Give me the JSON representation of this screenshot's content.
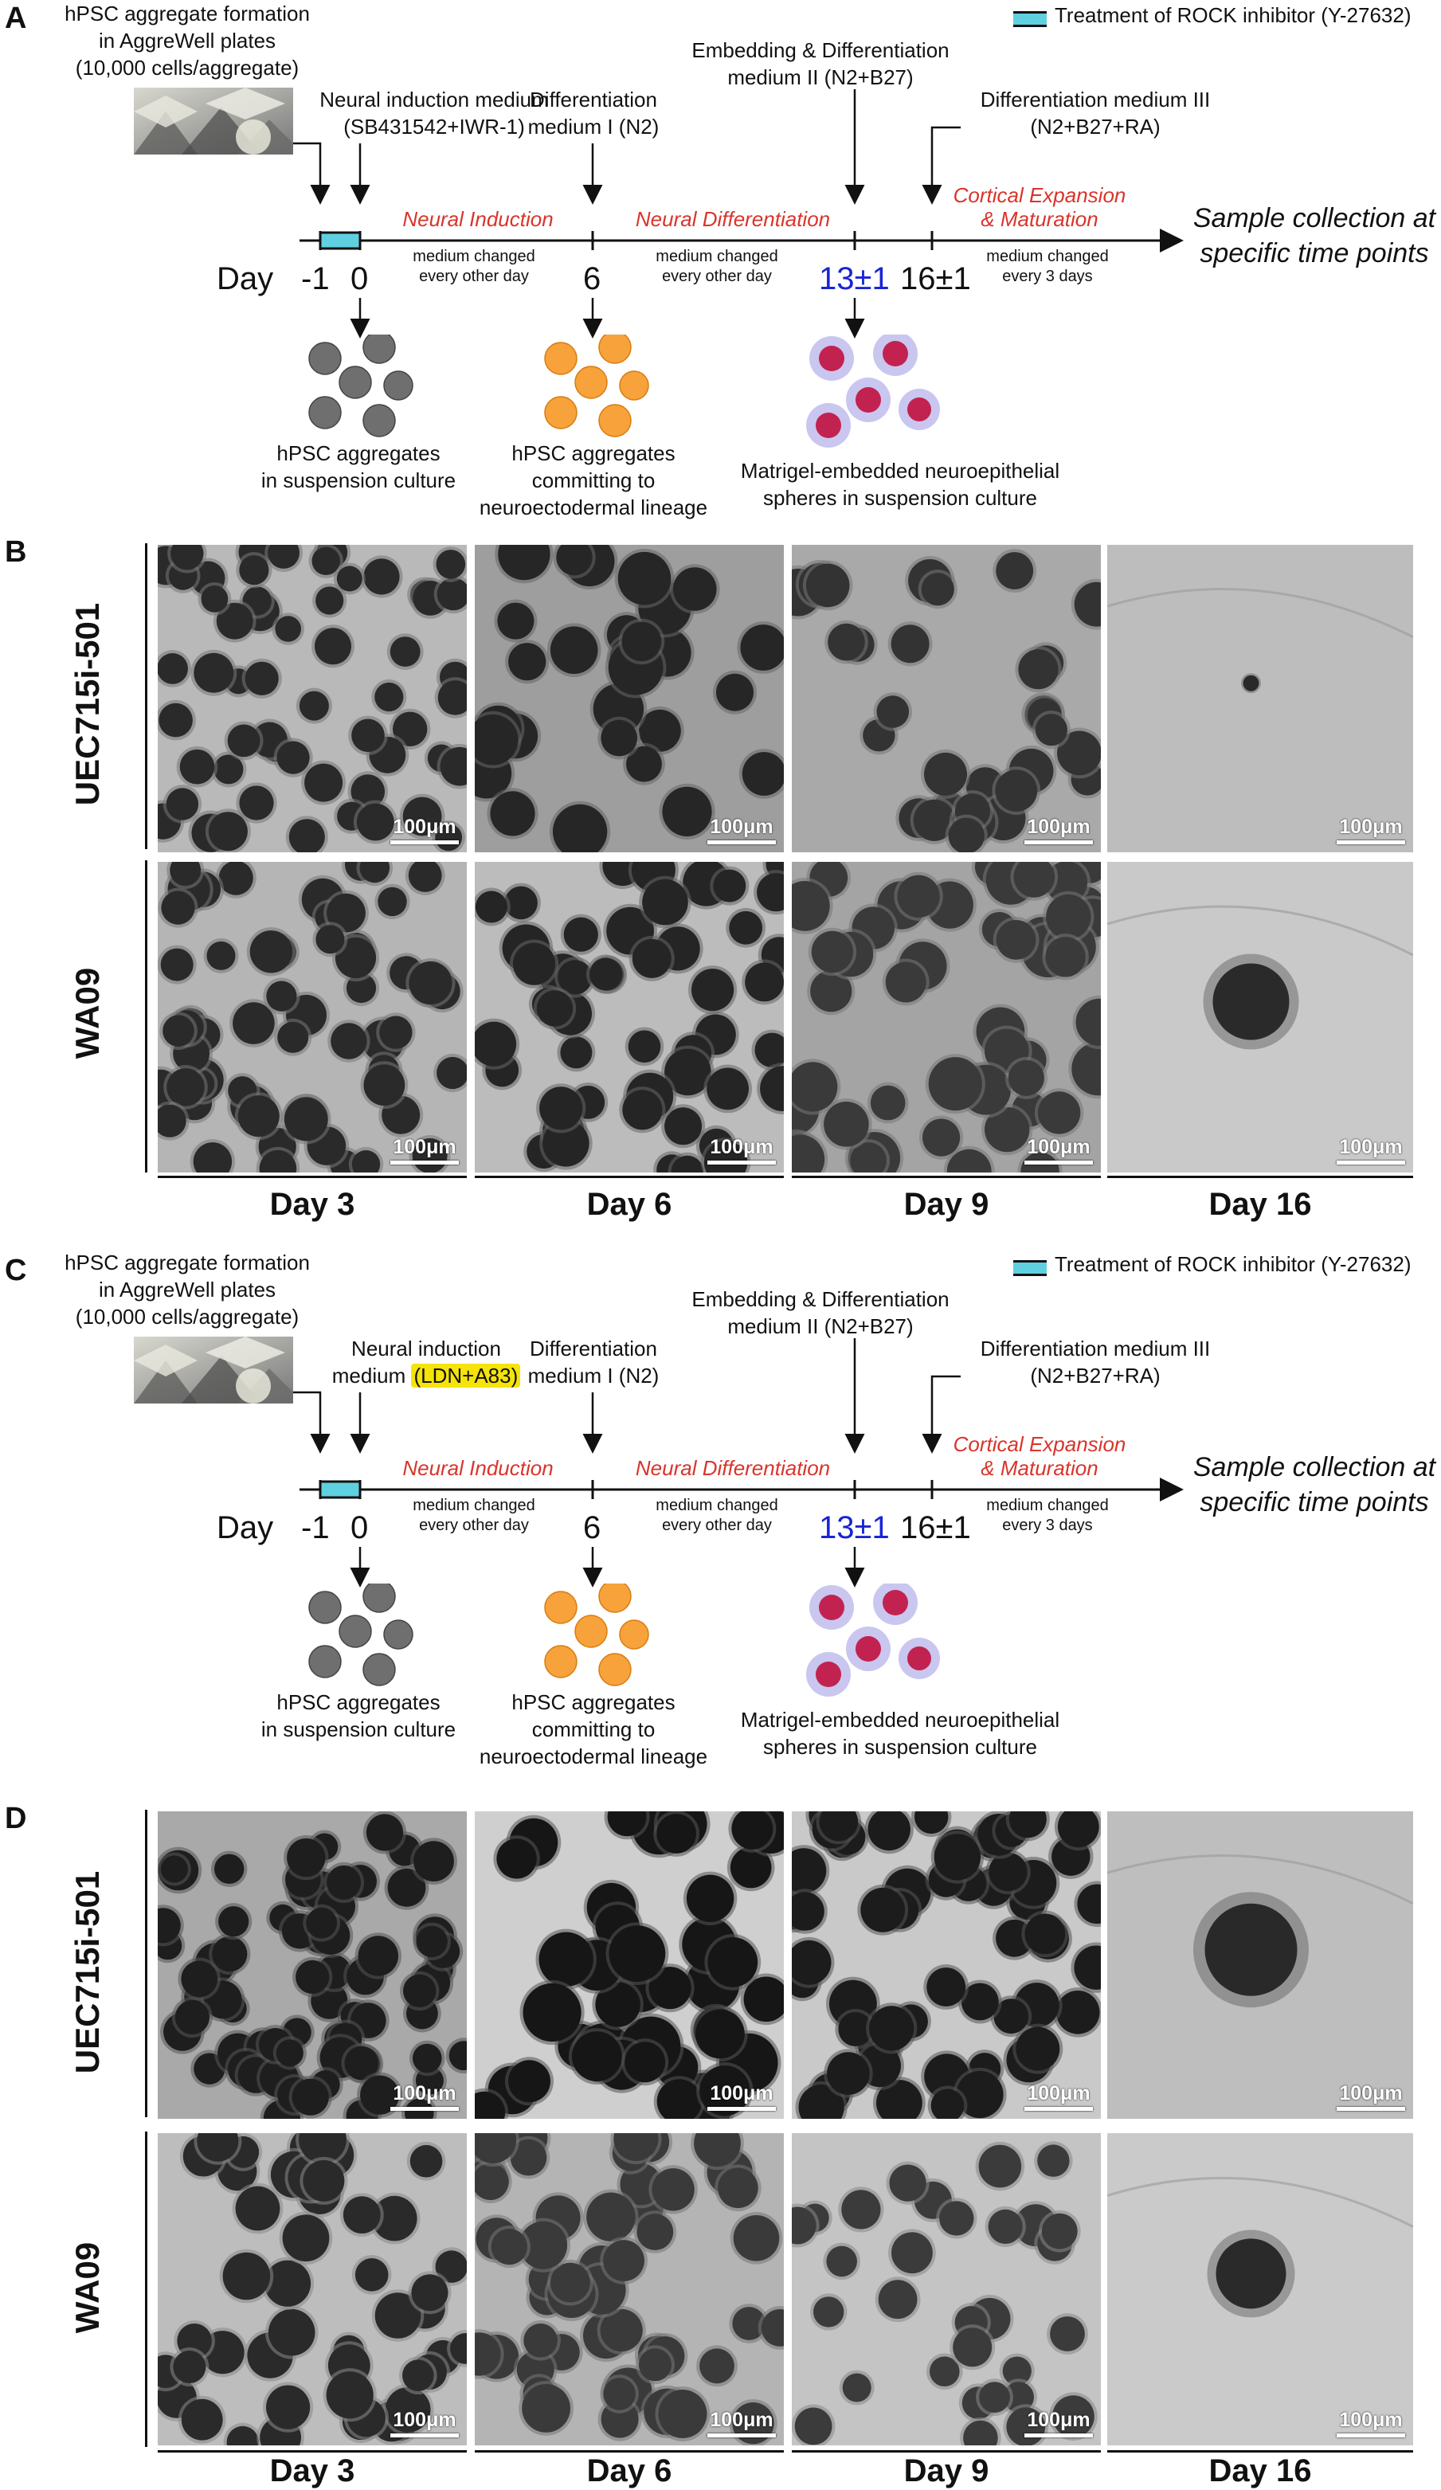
{
  "panels": {
    "A": "A",
    "B": "B",
    "C": "C",
    "D": "D"
  },
  "legend": {
    "label": "Treatment of ROCK inhibitor (Y-27632)",
    "color": "#5fd0e0"
  },
  "protocol_a": {
    "formation": [
      "hPSC aggregate formation",
      "in AggreWell plates",
      "(10,000 cells/aggregate)"
    ],
    "induction_medium": [
      "Neural induction medium",
      "(SB431542+IWR-1)"
    ],
    "diff_medium_1": [
      "Differentiation",
      "medium I (N2)"
    ],
    "diff_medium_2": [
      "Embedding & Differentiation",
      "medium II (N2+B27)"
    ],
    "diff_medium_3": [
      "Differentiation medium III",
      "(N2+B27+RA)"
    ]
  },
  "protocol_c": {
    "formation": [
      "hPSC aggregate formation",
      "in AggreWell plates",
      "(10,000 cells/aggregate)"
    ],
    "induction_medium_line1": "Neural induction",
    "induction_medium_prefix": "medium",
    "induction_medium_highlight": "(LDN+A83)",
    "diff_medium_1": [
      "Differentiation",
      "medium I (N2)"
    ],
    "diff_medium_2": [
      "Embedding & Differentiation",
      "medium II (N2+B27)"
    ],
    "diff_medium_3": [
      "Differentiation medium III",
      "(N2+B27+RA)"
    ]
  },
  "timeline": {
    "stage_1": "Neural Induction",
    "stage_2": "Neural Differentiation",
    "stage_3": [
      "Cortical Expansion",
      "& Maturation"
    ],
    "change_1": [
      "medium changed",
      "every other day"
    ],
    "change_2": [
      "medium changed",
      "every other day"
    ],
    "change_3": [
      "medium changed",
      "every 3 days"
    ],
    "day_label": "Day",
    "days": [
      "-1",
      "0",
      "6",
      "13±1",
      "16±1"
    ],
    "end_text": [
      "Sample collection at",
      "specific time points"
    ],
    "stage_color": "#d9342b",
    "day13_color": "#1a24d6"
  },
  "aggregates": {
    "grey": [
      "hPSC aggregates",
      "in suspension culture"
    ],
    "orange": [
      "hPSC aggregates",
      "committing to",
      "neuroectodermal lineage"
    ],
    "pink": [
      "Matrigel-embedded neuroepithelial",
      "spheres in suspension culture"
    ]
  },
  "grid": {
    "rows": [
      "UEC715i-501",
      "WA09"
    ],
    "columns": [
      "Day 3",
      "Day 6",
      "Day 9",
      "Day 16"
    ],
    "scale_bar": "100μm"
  }
}
